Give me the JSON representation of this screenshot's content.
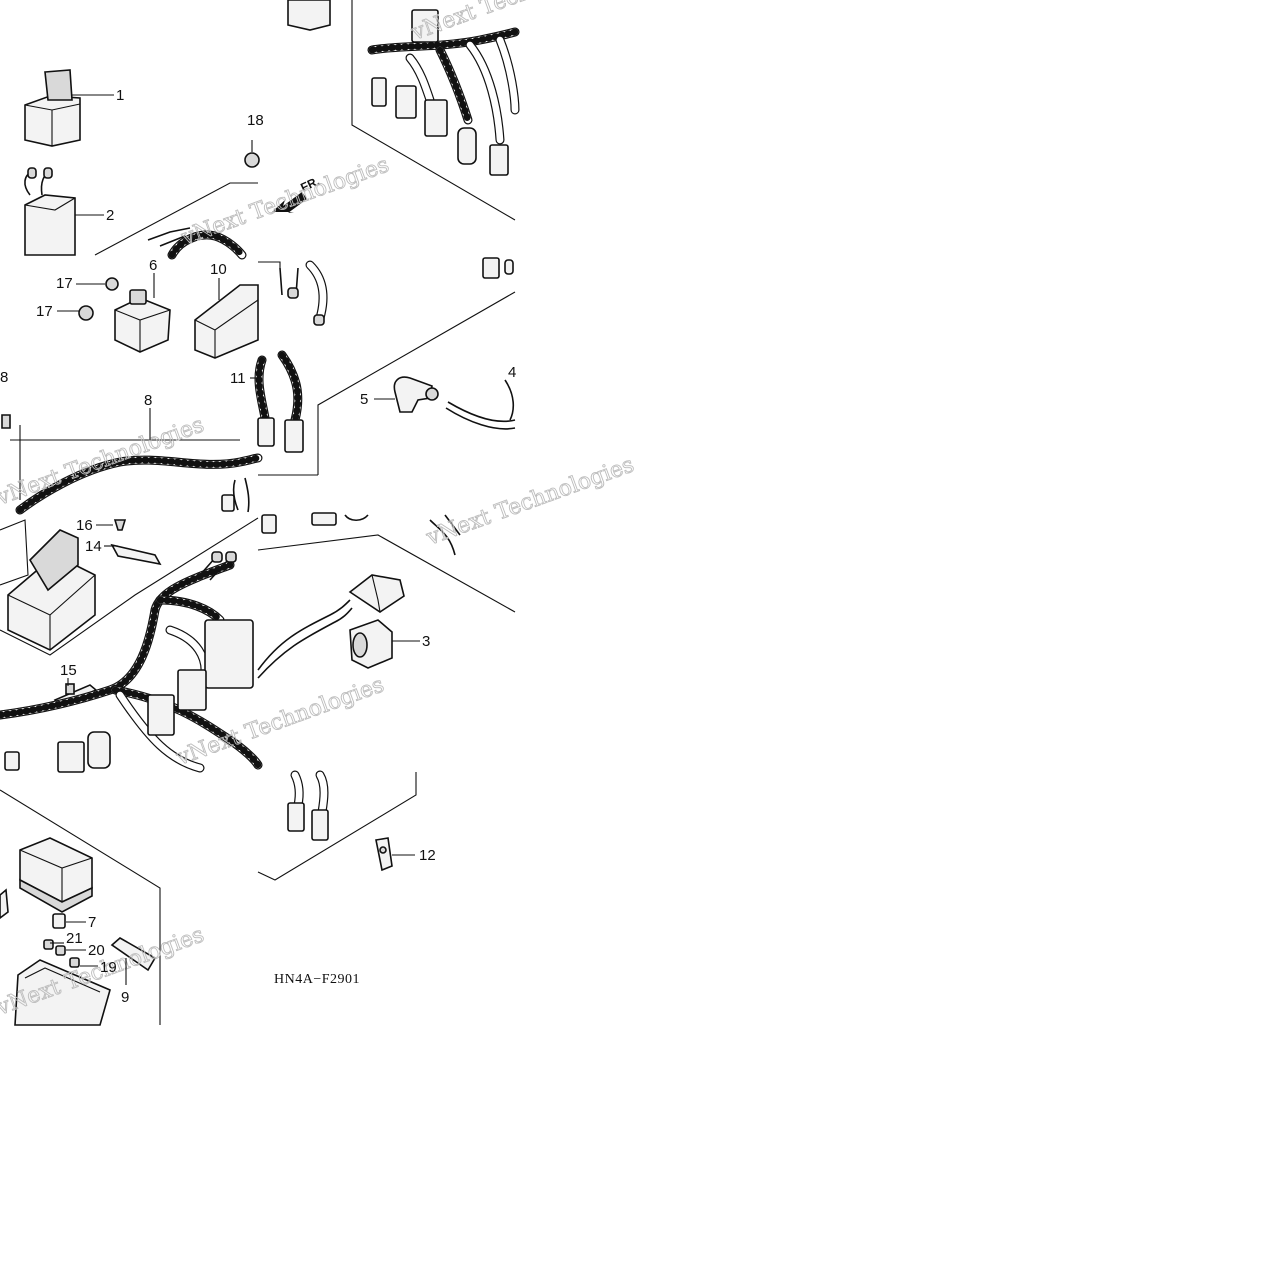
{
  "diagram": {
    "figure_code": "HN4A−F2901",
    "direction_label": "FR.",
    "watermark_text": "vNext Technologies",
    "callouts": [
      {
        "id": "1",
        "label": "1"
      },
      {
        "id": "2",
        "label": "2"
      },
      {
        "id": "18a",
        "label": "18"
      },
      {
        "id": "17a",
        "label": "17"
      },
      {
        "id": "17b",
        "label": "17"
      },
      {
        "id": "6",
        "label": "6"
      },
      {
        "id": "10",
        "label": "10"
      },
      {
        "id": "18b",
        "label": "8"
      },
      {
        "id": "8",
        "label": "8"
      },
      {
        "id": "11",
        "label": "11"
      },
      {
        "id": "5",
        "label": "5"
      },
      {
        "id": "4",
        "label": "4"
      },
      {
        "id": "16",
        "label": "16"
      },
      {
        "id": "14",
        "label": "14"
      },
      {
        "id": "3",
        "label": "3"
      },
      {
        "id": "15",
        "label": "15"
      },
      {
        "id": "12",
        "label": "12"
      },
      {
        "id": "7",
        "label": "7"
      },
      {
        "id": "21",
        "label": "21"
      },
      {
        "id": "20",
        "label": "20"
      },
      {
        "id": "19",
        "label": "19"
      },
      {
        "id": "9",
        "label": "9"
      }
    ]
  }
}
